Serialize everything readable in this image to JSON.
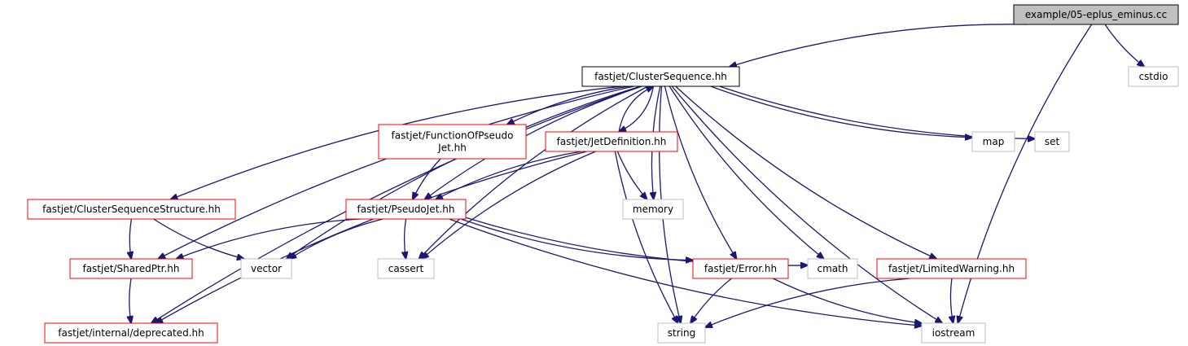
{
  "graph": {
    "kind": "include dependency graph",
    "colors": {
      "root_fill": "#bfbfbf",
      "root_border": "#000000",
      "normal_border": "#000000",
      "truncated_border": "#ff0000",
      "external_border": "#bfbfbf",
      "edge": "#191970"
    },
    "nodes": [
      {
        "id": "root",
        "label": "example/05-eplus_eminus.cc",
        "style": "root"
      },
      {
        "id": "cs",
        "label": "fastjet/ClusterSequence.hh",
        "style": "normal"
      },
      {
        "id": "cstdio",
        "label": "cstdio",
        "style": "external"
      },
      {
        "id": "fopj",
        "label": "fastjet/FunctionOfPseudo\nJet.hh",
        "style": "truncated"
      },
      {
        "id": "jetdef",
        "label": "fastjet/JetDefinition.hh",
        "style": "truncated"
      },
      {
        "id": "map",
        "label": "map",
        "style": "external"
      },
      {
        "id": "set",
        "label": "set",
        "style": "external"
      },
      {
        "id": "css",
        "label": "fastjet/ClusterSequenceStructure.hh",
        "style": "truncated"
      },
      {
        "id": "pj",
        "label": "fastjet/PseudoJet.hh",
        "style": "truncated"
      },
      {
        "id": "memory",
        "label": "memory",
        "style": "external"
      },
      {
        "id": "sp",
        "label": "fastjet/SharedPtr.hh",
        "style": "truncated"
      },
      {
        "id": "vector",
        "label": "vector",
        "style": "external"
      },
      {
        "id": "cassert",
        "label": "cassert",
        "style": "external"
      },
      {
        "id": "error",
        "label": "fastjet/Error.hh",
        "style": "truncated"
      },
      {
        "id": "cmath",
        "label": "cmath",
        "style": "external"
      },
      {
        "id": "lw",
        "label": "fastjet/LimitedWarning.hh",
        "style": "truncated"
      },
      {
        "id": "dep",
        "label": "fastjet/internal/deprecated.hh",
        "style": "truncated"
      },
      {
        "id": "string",
        "label": "string",
        "style": "external"
      },
      {
        "id": "iostream",
        "label": "iostream",
        "style": "external"
      }
    ],
    "edges": [
      {
        "from": "root",
        "to": "cs"
      },
      {
        "from": "root",
        "to": "cstdio"
      },
      {
        "from": "root",
        "to": "iostream"
      },
      {
        "from": "cs",
        "to": "fopj"
      },
      {
        "from": "cs",
        "to": "jetdef"
      },
      {
        "from": "cs",
        "to": "map"
      },
      {
        "from": "cs",
        "to": "set"
      },
      {
        "from": "cs",
        "to": "css"
      },
      {
        "from": "cs",
        "to": "pj"
      },
      {
        "from": "cs",
        "to": "memory"
      },
      {
        "from": "cs",
        "to": "sp"
      },
      {
        "from": "cs",
        "to": "vector"
      },
      {
        "from": "cs",
        "to": "cassert"
      },
      {
        "from": "cs",
        "to": "error"
      },
      {
        "from": "cs",
        "to": "cmath"
      },
      {
        "from": "cs",
        "to": "lw"
      },
      {
        "from": "cs",
        "to": "dep"
      },
      {
        "from": "cs",
        "to": "string"
      },
      {
        "from": "cs",
        "to": "iostream"
      },
      {
        "from": "jetdef",
        "to": "cs"
      },
      {
        "from": "jetdef",
        "to": "pj"
      },
      {
        "from": "jetdef",
        "to": "memory"
      },
      {
        "from": "jetdef",
        "to": "cassert"
      },
      {
        "from": "jetdef",
        "to": "dep"
      },
      {
        "from": "jetdef",
        "to": "string"
      },
      {
        "from": "fopj",
        "to": "pj"
      },
      {
        "from": "css",
        "to": "sp"
      },
      {
        "from": "css",
        "to": "vector"
      },
      {
        "from": "pj",
        "to": "sp"
      },
      {
        "from": "pj",
        "to": "vector"
      },
      {
        "from": "pj",
        "to": "cassert"
      },
      {
        "from": "pj",
        "to": "error"
      },
      {
        "from": "pj",
        "to": "cmath"
      },
      {
        "from": "pj",
        "to": "iostream"
      },
      {
        "from": "sp",
        "to": "dep"
      },
      {
        "from": "error",
        "to": "string"
      },
      {
        "from": "error",
        "to": "iostream"
      },
      {
        "from": "lw",
        "to": "string"
      },
      {
        "from": "lw",
        "to": "iostream"
      }
    ]
  }
}
